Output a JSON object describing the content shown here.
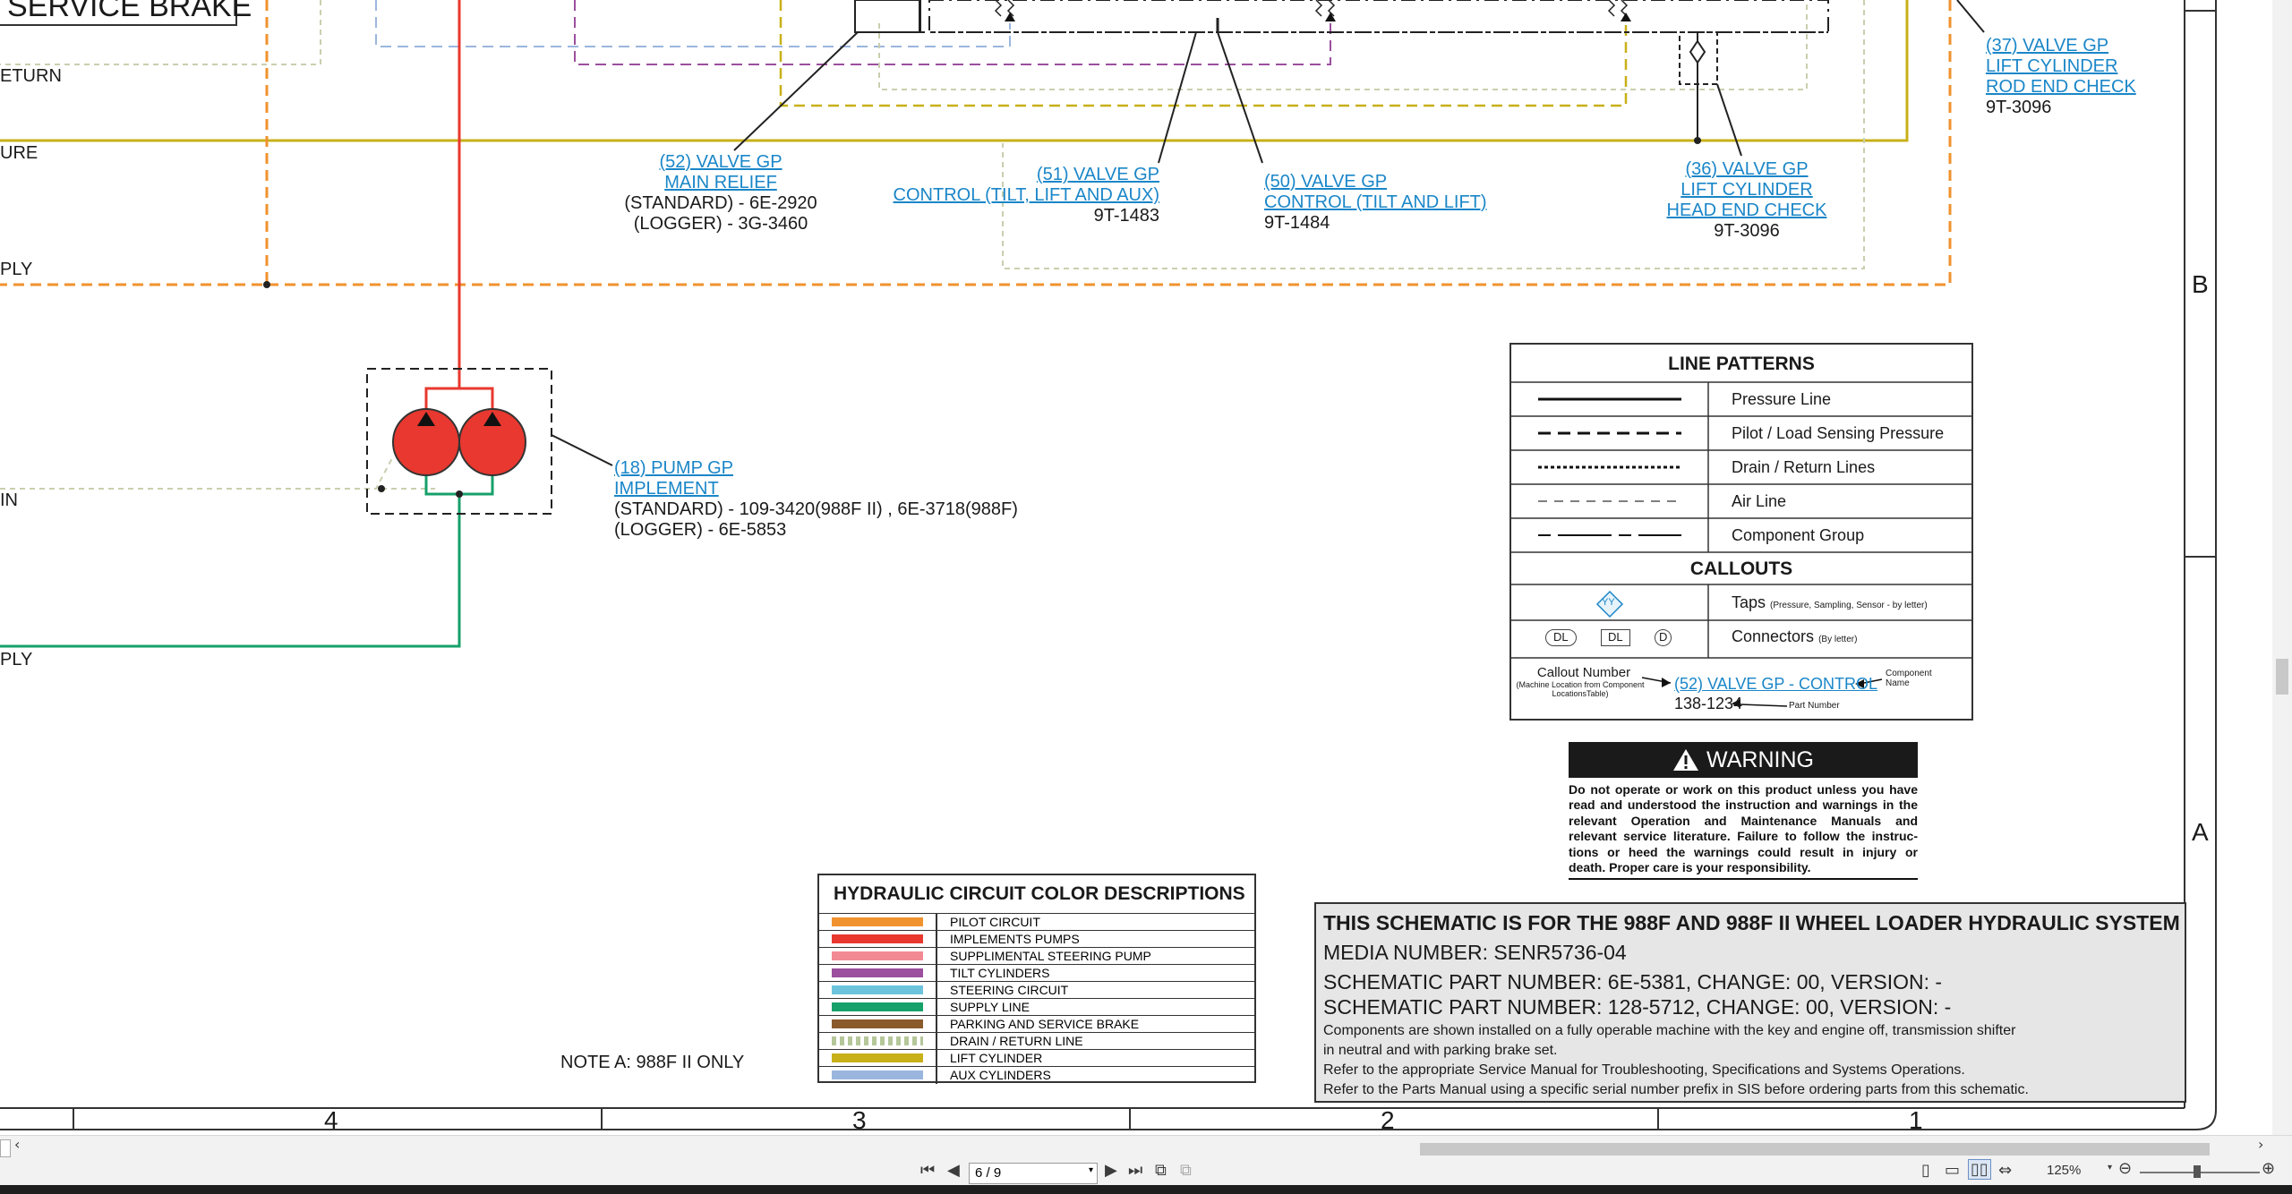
{
  "schematic": {
    "title_partial": "SERVICE BRAKE",
    "left_labels": [
      "ETURN",
      "URE",
      "PLY",
      "IN",
      "PLY"
    ],
    "callouts": {
      "v52": {
        "title1": "(52) VALVE GP",
        "title2": "MAIN RELIEF",
        "p1": "(STANDARD) - 6E-2920",
        "p2": "(LOGGER) - 3G-3460"
      },
      "v51": {
        "title1": "(51) VALVE GP",
        "title2": "CONTROL (TILT, LIFT AND AUX)",
        "p1": "9T-1483"
      },
      "v50": {
        "title1": "(50) VALVE GP",
        "title2": "CONTROL (TILT AND LIFT)",
        "p1": "9T-1484"
      },
      "v36": {
        "title1": "(36) VALVE GP",
        "title2": "LIFT CYLINDER",
        "title3": "HEAD END CHECK",
        "p1": "9T-3096"
      },
      "v37": {
        "title1": "(37) VALVE GP",
        "title2": "LIFT CYLINDER",
        "title3": "ROD END CHECK",
        "p1": "9T-3096"
      },
      "pump18": {
        "title1": "(18) PUMP GP",
        "title2": "IMPLEMENT",
        "p1": "(STANDARD) - 109-3420(988F II) , 6E-3718(988F)",
        "p2": "(LOGGER) - 6E-5853"
      }
    },
    "zone_letters": [
      "B",
      "A"
    ],
    "zone_numbers": [
      "4",
      "3",
      "2",
      "1"
    ],
    "note": "NOTE A: 988F II ONLY"
  },
  "line_patterns": {
    "header": "LINE PATTERNS",
    "rows": [
      "Pressure Line",
      "Pilot / Load Sensing Pressure",
      "Drain / Return Lines",
      "Air Line",
      "Component Group"
    ],
    "callouts_header": "CALLOUTS",
    "taps_label": "Taps",
    "taps_note": "(Pressure, Sampling, Sensor - by letter)",
    "taps_symbol": "YY",
    "connectors_label": "Connectors",
    "connectors_note": "(By letter)",
    "connector_symbols": [
      "DL",
      "DL",
      "D"
    ],
    "example": {
      "callout_number": "Callout Number",
      "callout_note": "(Machine Location from Component LocationsTable)",
      "link": "(52) VALVE GP - CONTROL",
      "part": "138-1234",
      "component_name": "Component Name",
      "part_number": "Part Number"
    }
  },
  "warning": {
    "title": "WARNING",
    "lines": [
      "Do not operate or work on this product unless you have",
      "read and understood the instruction and warnings in the",
      "relevant Operation and Maintenance Manuals and",
      "relevant service literature. Failure to follow the instruc-",
      "tions or heed the warnings could result in injury or",
      "death. Proper care is your responsibility."
    ]
  },
  "color_desc": {
    "header": "HYDRAULIC CIRCUIT COLOR DESCRIPTIONS",
    "rows": [
      {
        "label": "PILOT CIRCUIT",
        "color": "#f0922e",
        "style": "solid"
      },
      {
        "label": "IMPLEMENTS PUMPS",
        "color": "#e8382f",
        "style": "solid"
      },
      {
        "label": "SUPPLIMENTAL STEERING PUMP",
        "color": "#f28a94",
        "style": "solid"
      },
      {
        "label": "TILT CYLINDERS",
        "color": "#9b4f9e",
        "style": "solid"
      },
      {
        "label": "STEERING CIRCUIT",
        "color": "#6cc4dc",
        "style": "solid"
      },
      {
        "label": "SUPPLY LINE",
        "color": "#16a06a",
        "style": "solid"
      },
      {
        "label": "PARKING AND SERVICE BRAKE",
        "color": "#8b5a2b",
        "style": "solid"
      },
      {
        "label": "DRAIN / RETURN LINE",
        "color": "#b5c79a",
        "style": "dotted"
      },
      {
        "label": "LIFT CYLINDER",
        "color": "#c8b018",
        "style": "solid"
      },
      {
        "label": "AUX CYLINDERS",
        "color": "#9bb6de",
        "style": "solid"
      }
    ]
  },
  "title_block": {
    "title": "THIS SCHEMATIC IS FOR THE 988F AND 988F II WHEEL LOADER HYDRAULIC SYSTEM",
    "media": "MEDIA NUMBER: SENR5736-04",
    "part1": "SCHEMATIC PART NUMBER: 6E-5381, CHANGE: 00, VERSION: -",
    "part2": "SCHEMATIC PART NUMBER: 128-5712, CHANGE: 00, VERSION: -",
    "notes": [
      "Components are shown installed on a fully operable machine with the key and engine off, transmission shifter",
      "in neutral and with parking brake set.",
      "Refer to the appropriate Service Manual for Troubleshooting, Specifications and Systems Operations.",
      "Refer to the Parts Manual using a specific serial number prefix in SIS before ordering parts from this schematic."
    ]
  },
  "viewer": {
    "page": "6 / 9",
    "zoom": "125%"
  },
  "colors": {
    "pilot": "#f0922e",
    "pump": "#e8382f",
    "supply": "#16a06a",
    "lift": "#c8b018",
    "tilt": "#9b4f9e",
    "aux": "#9bb6de",
    "drain": "#b5c79a",
    "link": "#1a86c8"
  }
}
